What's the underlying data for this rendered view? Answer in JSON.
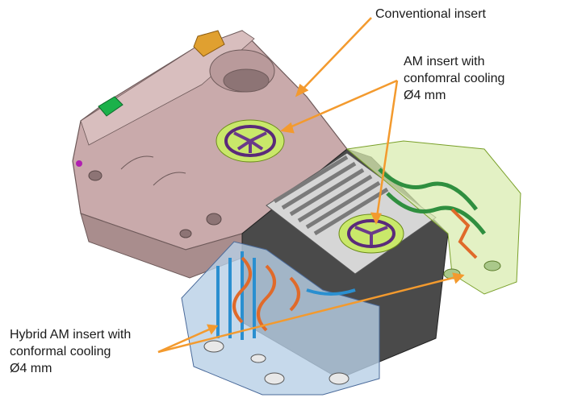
{
  "labels": {
    "conventional": "Conventional insert",
    "am_insert": [
      "AM insert with",
      "confomral cooling",
      "Ø4 mm"
    ],
    "hybrid_insert": [
      "Hybrid AM insert with",
      "conformal cooling",
      "Ø4 mm"
    ]
  },
  "colors": {
    "arrow": "#f39a2e",
    "mold_body": "#c8a8a8",
    "mold_shadow": "#a88a8a",
    "insert_dark": "#4a4a4a",
    "insert_light": "#d9d9d9",
    "transparent_block": "#b8cfe6",
    "cooling_channel_blue": "#2a8fd0",
    "cooling_channel_orange": "#e06a2a",
    "conformal_green": "#9bd13a",
    "purple_core": "#6a3a8a",
    "green_tab": "#1bb14a",
    "orange_tab": "#e0a030"
  }
}
